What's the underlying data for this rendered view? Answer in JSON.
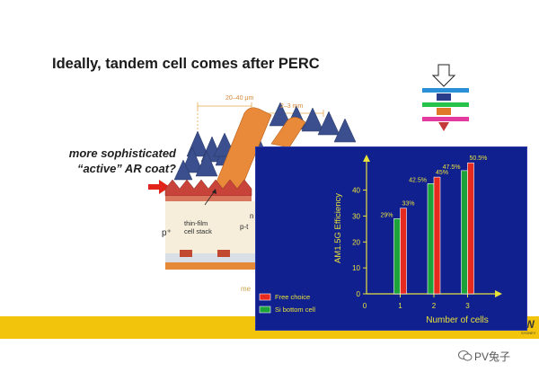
{
  "slide": {
    "title": "Ideally, tandem cell comes after PERC",
    "callout_line1": "more sophisticated",
    "callout_line2": "“active” AR coat?"
  },
  "illustration": {
    "dim_top": "20–40 μm",
    "dim_right": "2–3 mm",
    "label_stack_line1": "thin-film",
    "label_stack_line2": "cell stack",
    "label_p_plus": "p⁺",
    "label_n": "n",
    "label_p_type": "p-t",
    "label_metal": "me"
  },
  "brand": {
    "logo_text": "UNSW",
    "logo_sub": "SYDNEY",
    "footer_color": "#f2c40c"
  },
  "watermark": {
    "text": "PV兔子"
  },
  "chart_data": {
    "type": "bar",
    "title": "",
    "xlabel": "Number of cells",
    "ylabel": "AM1.5G Efficiency",
    "categories": [
      "1",
      "2",
      "3"
    ],
    "x_ticks": [
      "0",
      "1",
      "2",
      "3"
    ],
    "y_ticks": [
      "0",
      "10",
      "20",
      "30",
      "40"
    ],
    "ylim": [
      0,
      53
    ],
    "grid": false,
    "legend_position": "bottom-left",
    "series": [
      {
        "name": "Si bottom cell",
        "color": "#1ca33a",
        "values": [
          29,
          42.5,
          47.5
        ],
        "labels": [
          "29%",
          "42.5%",
          "47.5%"
        ]
      },
      {
        "name": "Free choice",
        "color": "#e62a1f",
        "values": [
          33,
          45,
          50.5
        ],
        "labels": [
          "33%",
          "45%",
          "50.5%"
        ]
      }
    ],
    "panel_background": "#11208f",
    "axis_color": "#e8e23a"
  }
}
